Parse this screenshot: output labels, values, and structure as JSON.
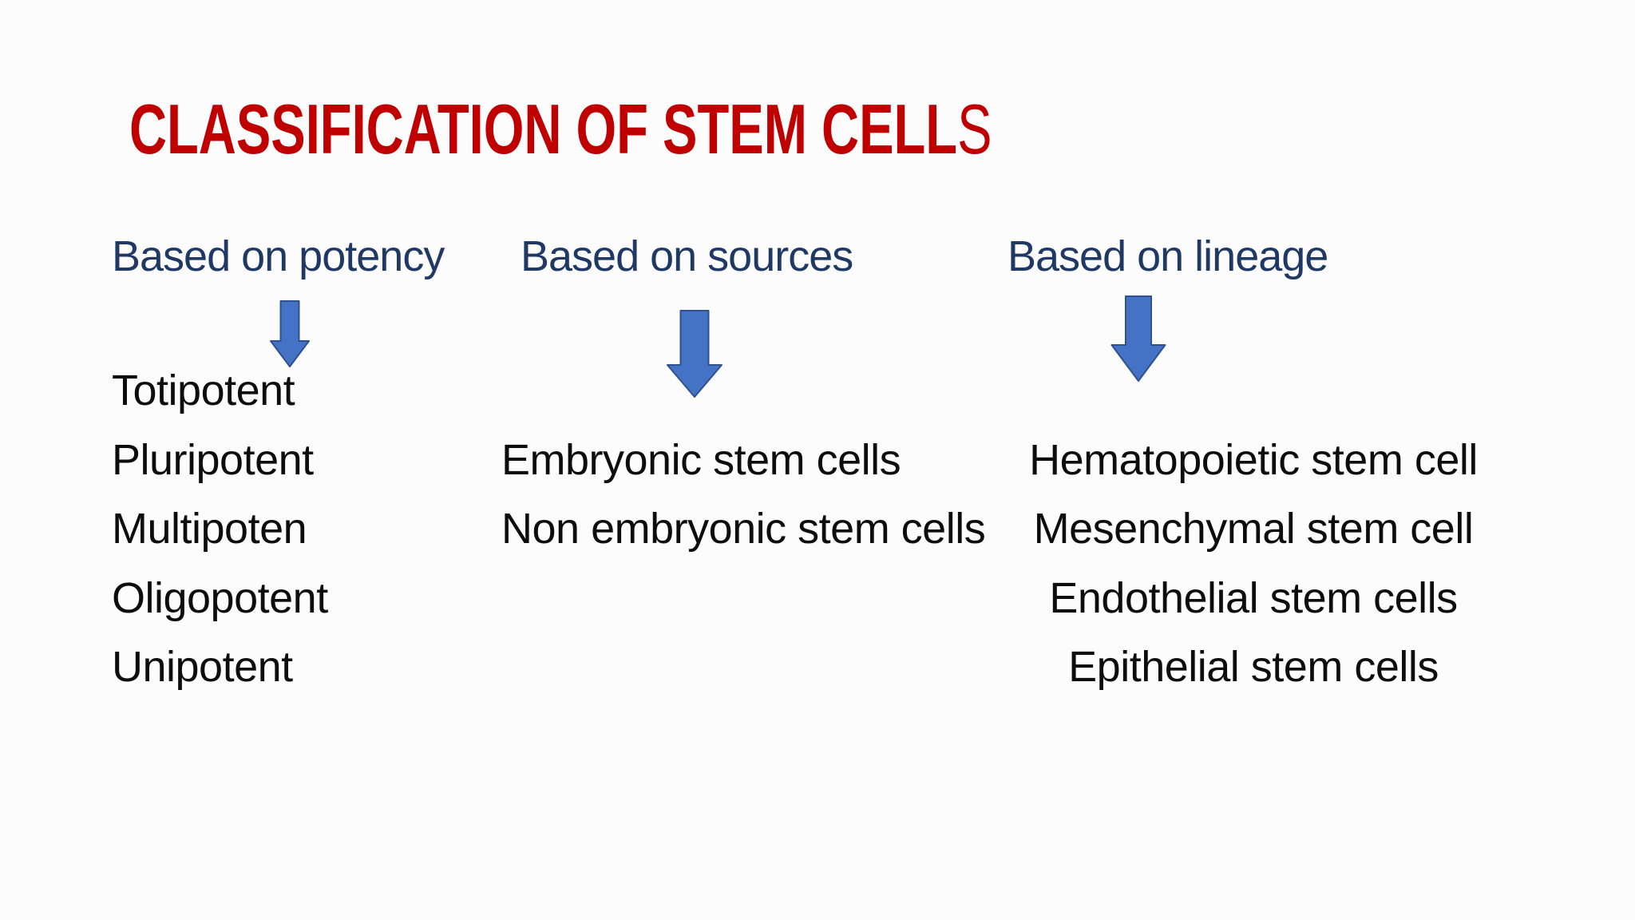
{
  "slide": {
    "title": {
      "main": "CLASSIFICATION OF STEM CELL",
      "suffix": "S"
    },
    "colors": {
      "title": "#C00000",
      "header": "#1F3864",
      "body": "#0D0D0D",
      "arrowFill": "#4472C4",
      "arrowStroke": "#2F528F",
      "background": "#FCFCFC"
    },
    "columns": [
      {
        "id": "potency",
        "header": "Based on potency",
        "arrow_icon": "down-arrow",
        "items": [
          "Totipotent",
          "Pluripotent",
          "Multipoten",
          "Oligopotent",
          "Unipotent"
        ]
      },
      {
        "id": "sources",
        "header": "Based on sources",
        "arrow_icon": "down-arrow",
        "items": [
          "Embryonic stem cells",
          "Non embryonic stem cells"
        ]
      },
      {
        "id": "lineage",
        "header": "Based on lineage",
        "arrow_icon": "down-arrow",
        "items": [
          "Hematopoietic stem cell",
          "Mesenchymal stem cell",
          "Endothelial stem cells",
          "Epithelial stem cells"
        ]
      }
    ]
  }
}
